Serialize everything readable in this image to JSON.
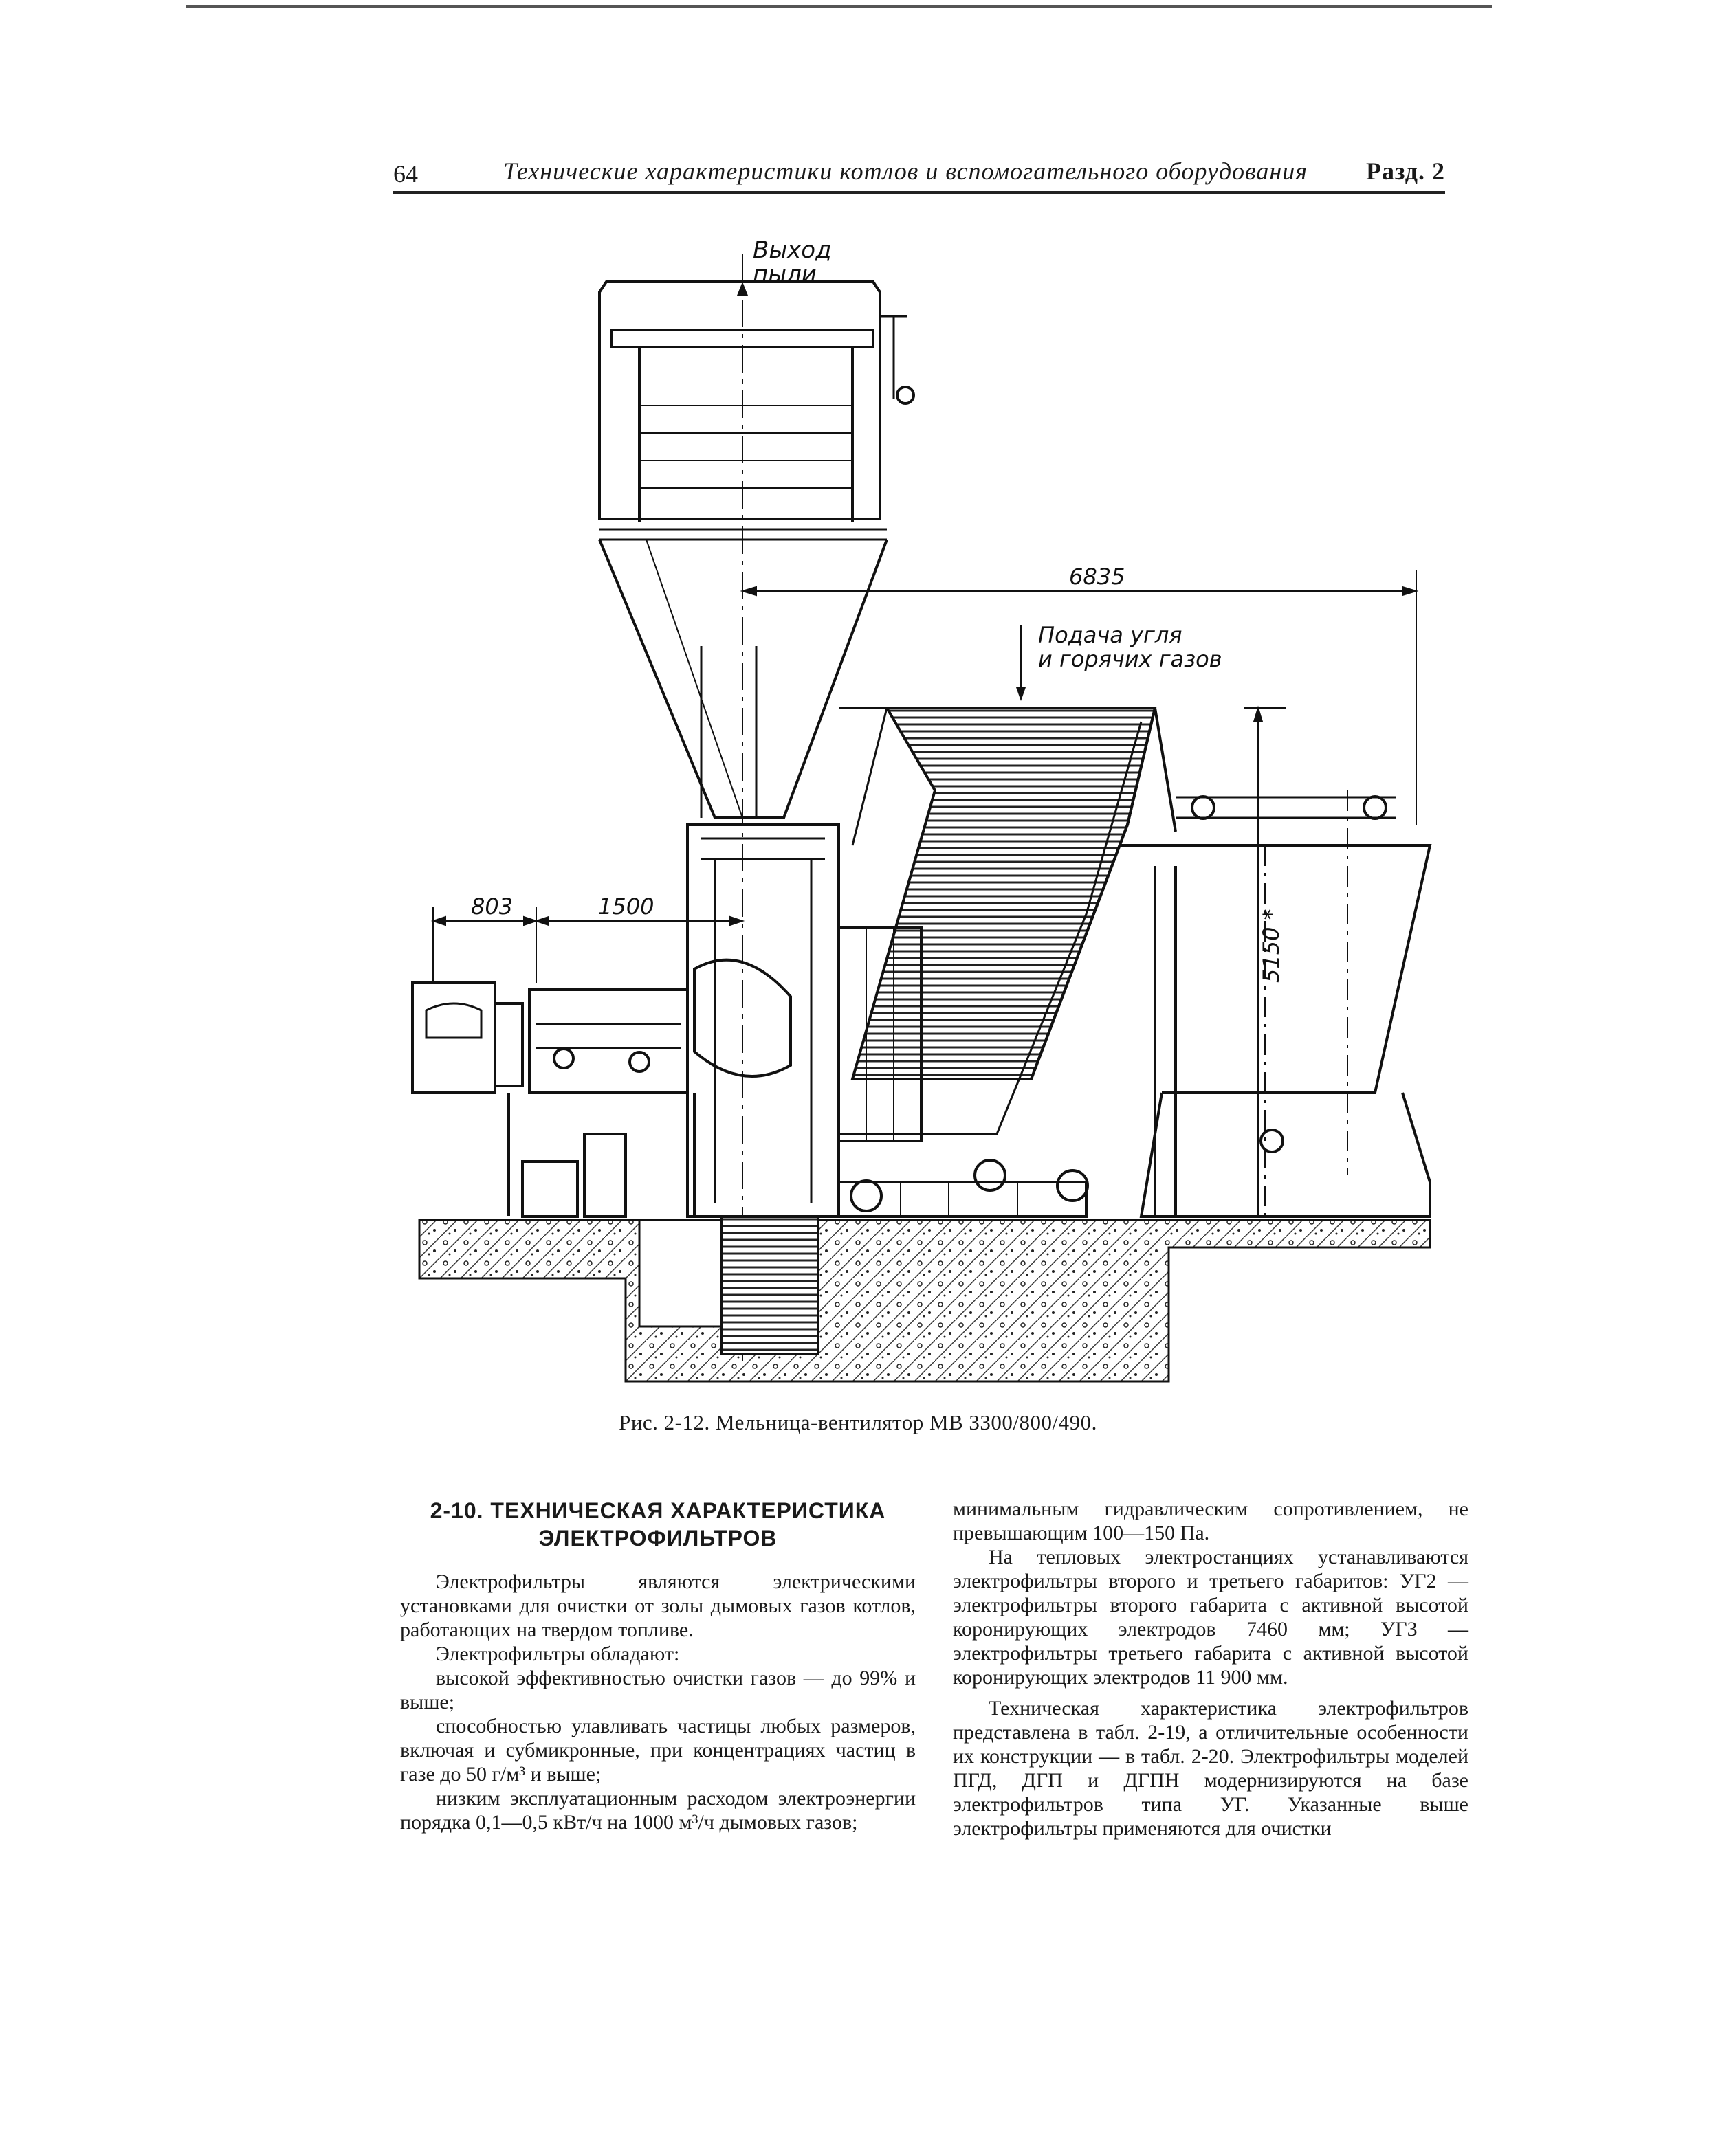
{
  "header": {
    "page_number": "64",
    "running_title": "Технические характеристики котлов и вспомогательного оборудования",
    "section": "Разд. 2"
  },
  "figure": {
    "labels": {
      "dust_outlet_1": "Выход",
      "dust_outlet_2": "пыли",
      "coal_feed_1": "Подача угля",
      "coal_feed_2": "и горячих газов",
      "dim_6835": "6835",
      "dim_803": "803",
      "dim_1500": "1500",
      "dim_5150": "5150 *"
    },
    "caption": "Рис. 2-12. Мельница-вентилятор МВ 3300/800/490."
  },
  "section": {
    "title_line1": "2-10. ТЕХНИЧЕСКАЯ ХАРАКТЕРИСТИКА",
    "title_line2": "ЭЛЕКТРОФИЛЬТРОВ"
  },
  "left_column": {
    "p1": "Электрофильтры являются электрическими установками для очистки от золы дымовых газов котлов, работающих на твердом топливе.",
    "p2": "Электрофильтры обладают:",
    "p3": "высокой эффективностью очистки газов — до 99% и выше;",
    "p4": "способностью улавливать частицы любых размеров, включая и субмикронные, при концентрациях частиц в газе до 50 г/м³ и выше;",
    "p5": "низким эксплуатационным расходом электроэнергии порядка 0,1—0,5 кВт/ч на 1000 м³/ч дымовых газов;"
  },
  "right_column": {
    "p1": "минимальным гидравлическим сопротивлением, не превышающим 100—150 Па.",
    "p2": "На тепловых электростанциях устанавливаются электрофильтры второго и третьего габаритов: УГ2 — электрофильтры второго габарита с активной высотой коронирующих электродов 7460 мм; УГ3 — электрофильтры третьего габарита с активной высотой коронирующих электродов 11 900 мм.",
    "p3": "Техническая характеристика электрофильтров представлена в табл. 2-19, а отличительные особенности их конструкции — в табл. 2-20. Электрофильтры моделей ПГД, ДГП и ДГПН модернизируются на базе электрофильтров типа УГ. Указанные выше электрофильтры применяются для очистки"
  }
}
